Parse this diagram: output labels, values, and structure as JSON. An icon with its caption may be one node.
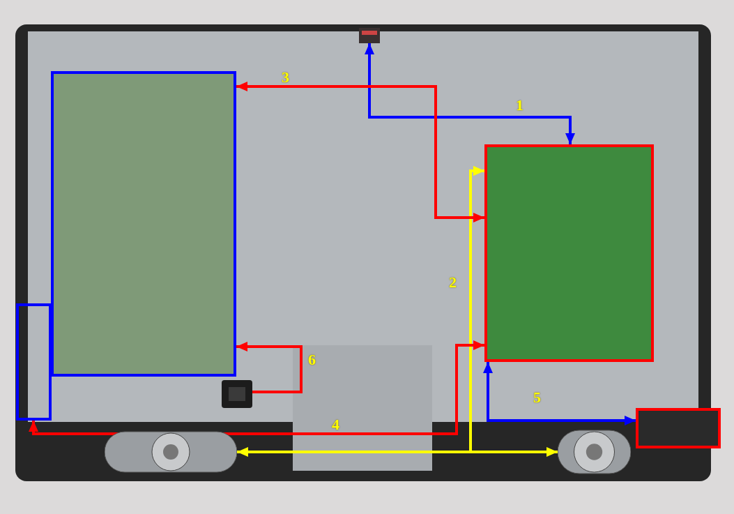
{
  "diagram": {
    "nodes": [
      {
        "text": [],
        "shape": "box"
      },
      {
        "text": [],
        "shape": "box"
      },
      {
        "text": [],
        "shape": "box"
      },
      {
        "text": [],
        "shape": "box"
      },
      {
        "text": [],
        "shape": "picture"
      },
      {
        "text": [],
        "shape": "picture"
      },
      {
        "text": [],
        "shape": "picture"
      },
      {
        "text": [],
        "shape": "picture"
      }
    ],
    "edges": [
      {
        "from": 4,
        "to": 1,
        "arrow": "both",
        "label": "1",
        "color": "#0000ff"
      },
      {
        "from": 1,
        "to": 6,
        "arrow": "both",
        "label": "2",
        "color": "#ffff00"
      },
      {
        "from": 1,
        "to": 7,
        "arrow": "both",
        "color": "#ffff00"
      },
      {
        "from": 1,
        "to": 0,
        "arrow": "both",
        "label": "3",
        "color": "#ff0000"
      },
      {
        "from": 3,
        "to": 1,
        "arrow": "both",
        "label": "4",
        "color": "#ff0000"
      },
      {
        "from": 1,
        "to": 2,
        "arrow": "both",
        "label": "5",
        "color": "#0000ff"
      },
      {
        "from": 5,
        "to": 0,
        "arrow": "to",
        "label": "6",
        "color": "#ff0000"
      }
    ]
  }
}
